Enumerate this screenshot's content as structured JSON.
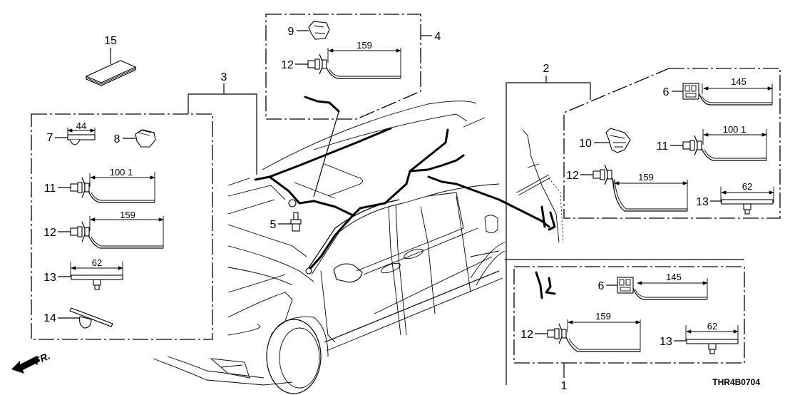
{
  "diagram": {
    "title": "Wire harness parts diagram",
    "code": "THR4B0704",
    "direction_indicator": "FR.",
    "groups": [
      {
        "callout": "1",
        "contents": [
          {
            "part": "6",
            "dimension": "145"
          },
          {
            "part": "12",
            "dimension": "159"
          },
          {
            "part": "13",
            "dimension": "62"
          }
        ]
      },
      {
        "callout": "2",
        "contents": [
          {
            "part": "6",
            "dimension": "145"
          },
          {
            "part": "10",
            "dimension": ""
          },
          {
            "part": "11",
            "dimension": "100 1"
          },
          {
            "part": "12",
            "dimension": "159"
          },
          {
            "part": "13",
            "dimension": "62"
          }
        ]
      },
      {
        "callout": "3",
        "contents": [
          {
            "part": "7",
            "dimension": "44"
          },
          {
            "part": "8",
            "dimension": ""
          },
          {
            "part": "11",
            "dimension": "100 1"
          },
          {
            "part": "12",
            "dimension": "159"
          },
          {
            "part": "13",
            "dimension": "62"
          },
          {
            "part": "14",
            "dimension": ""
          }
        ]
      },
      {
        "callout": "4",
        "contents": [
          {
            "part": "9",
            "dimension": ""
          },
          {
            "part": "12",
            "dimension": "159"
          }
        ]
      }
    ],
    "standalone_parts": [
      {
        "part": "5"
      },
      {
        "part": "15"
      }
    ]
  },
  "labels": {
    "g1": "1",
    "g2": "2",
    "g3": "3",
    "g4": "4",
    "p5": "5",
    "p15": "15",
    "g3_p7": "7",
    "g3_p7_dim": "44",
    "g3_p8": "8",
    "g3_p11": "11",
    "g3_p11_dim": "100 1",
    "g3_p12": "12",
    "g3_p12_dim": "159",
    "g3_p13": "13",
    "g3_p13_dim": "62",
    "g3_p14": "14",
    "g4_p9": "9",
    "g4_p12": "12",
    "g4_p12_dim": "159",
    "g2_p6": "6",
    "g2_p6_dim": "145",
    "g2_p10": "10",
    "g2_p11": "11",
    "g2_p11_dim": "100 1",
    "g2_p12": "12",
    "g2_p12_dim": "159",
    "g2_p13": "13",
    "g2_p13_dim": "62",
    "g1_p6": "6",
    "g1_p6_dim": "145",
    "g1_p12": "12",
    "g1_p12_dim": "159",
    "g1_p13": "13",
    "g1_p13_dim": "62"
  }
}
